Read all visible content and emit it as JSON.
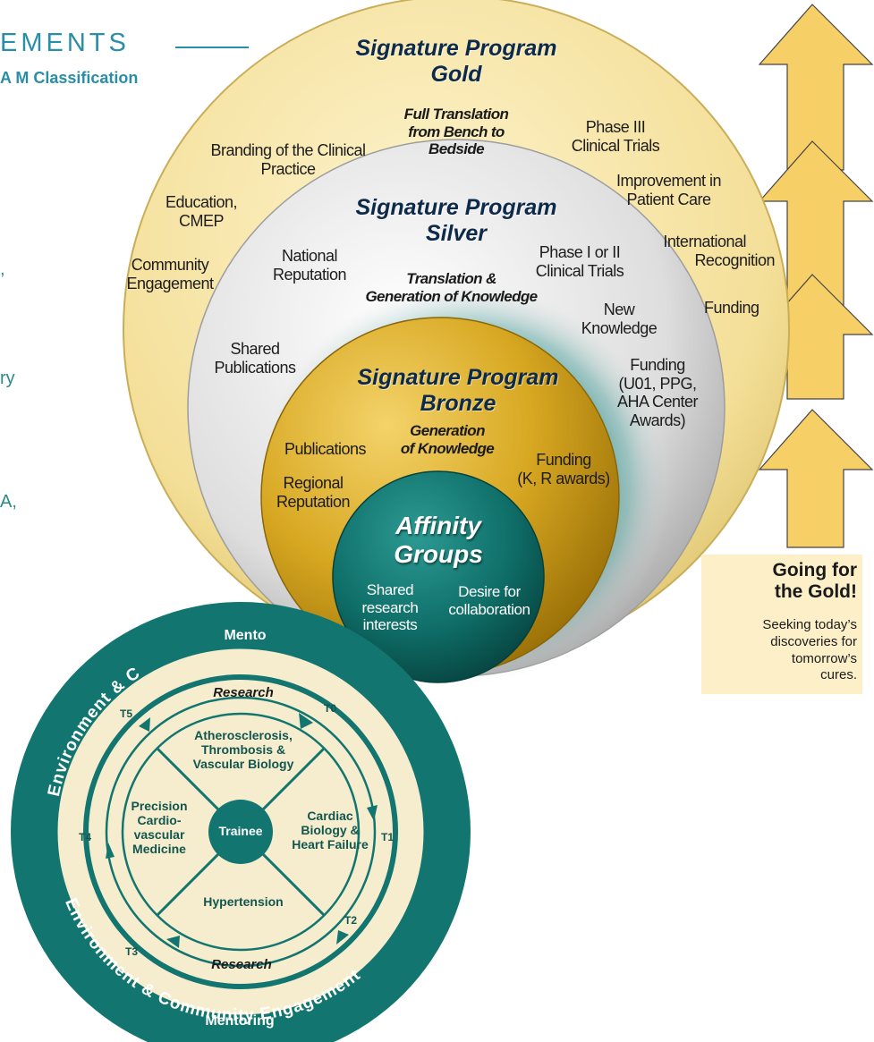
{
  "header": {
    "title_fragment": "EMENTS",
    "subtitle_fragment": "A M Classification"
  },
  "left_fragments": [
    ",",
    "ry",
    "A,"
  ],
  "gold": {
    "title_line1": "Signature Program",
    "title_line2": "Gold",
    "center_line1": "Full Translation",
    "center_line2": "from Bench to",
    "center_line3": "Bedside",
    "branding_line1": "Branding of the Clinical",
    "branding_line2": "Practice",
    "education_line1": "Education,",
    "education_line2": "CMEP",
    "community_line1": "Community",
    "community_line2": "Engagement",
    "phase3_line1": "Phase III",
    "phase3_line2": "Clinical Trials",
    "improvement_line1": "Improvement in",
    "improvement_line2": "Patient Care",
    "international_line1": "International",
    "international_line2": "Recognition",
    "funding": "Funding"
  },
  "silver": {
    "title_line1": "Signature Program",
    "title_line2": "Silver",
    "center_line1": "Translation &",
    "center_line2": "Generation of Knowledge",
    "national_line1": "National",
    "national_line2": "Reputation",
    "shared_line1": "Shared",
    "shared_line2": "Publications",
    "phase12_line1": "Phase I or II",
    "phase12_line2": "Clinical Trials",
    "new_line1": "New",
    "new_line2": "Knowledge",
    "funding_line1": "Funding",
    "funding_line2": "(U01, PPG,",
    "funding_line3": "AHA Center",
    "funding_line4": "Awards)"
  },
  "bronze": {
    "title_line1": "Signature Program",
    "title_line2": "Bronze",
    "center_line1": "Generation",
    "center_line2": "of Knowledge",
    "publications": "Publications",
    "regional_line1": "Regional",
    "regional_line2": "Reputation",
    "funding_line1": "Funding",
    "funding_line2": "(K, R awards)"
  },
  "affinity": {
    "title_line1": "Affinity",
    "title_line2": "Groups",
    "shared_line1": "Shared",
    "shared_line2": "research",
    "shared_line3": "interests",
    "desire_line1": "Desire for",
    "desire_line2": "collaboration"
  },
  "callout": {
    "title_line1": "Going for",
    "title_line2": "the Gold!",
    "body_line1": "Seeking today’s",
    "body_line2": "discoveries for",
    "body_line3": "tomorrow’s",
    "body_line4": "cures."
  },
  "wheel": {
    "outer_top": "Environment & C",
    "outer_bottom": "Environment & Community Engagement",
    "mentoring_top": "Mento",
    "mentoring_bottom": "Mentoring",
    "research_top": "Research",
    "research_bottom": "Research",
    "top_line1": "Atherosclerosis,",
    "top_line2": "Thrombosis &",
    "top_line3": "Vascular Biology",
    "right_line1": "Cardiac",
    "right_line2": "Biology &",
    "right_line3": "Heart Failure",
    "bottom": "Hypertension",
    "left_line1": "Precision",
    "left_line2": "Cardio-",
    "left_line3": "vascular",
    "left_line4": "Medicine",
    "center": "Trainee",
    "t0": "T0",
    "t1": "T1",
    "t2": "T2",
    "t3": "T3",
    "t4": "T4",
    "t5": "T5"
  },
  "colors": {
    "teal": "#0f6e68",
    "teal_light": "#2a8a8a",
    "gold_outer": "#f1da8b",
    "silver": "#d9d9d9",
    "bronze": "#d6a51c",
    "arrow": "#f7cf67",
    "cream": "#f6edce"
  }
}
